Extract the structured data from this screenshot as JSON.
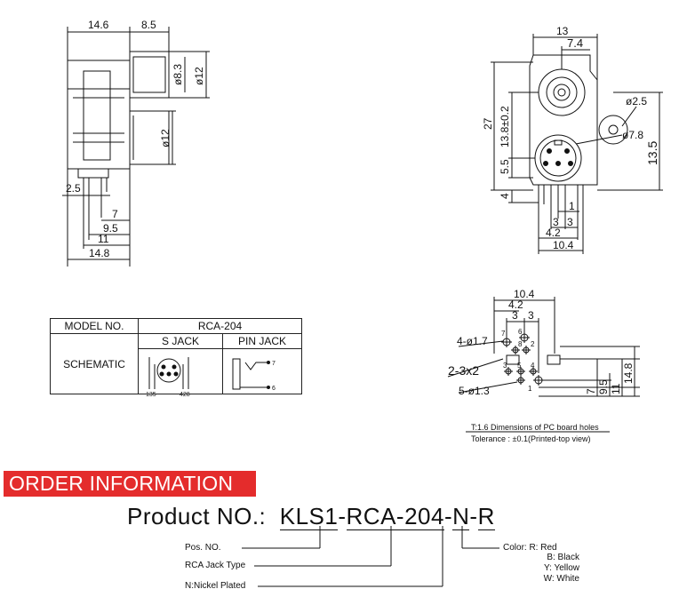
{
  "side_view": {
    "dims": [
      "14.6",
      "8.5",
      "ø8.3",
      "ø12",
      "ø12",
      "2.5",
      "7",
      "9.5",
      "11",
      "14.8"
    ]
  },
  "front_view": {
    "dims": [
      "13",
      "7.4",
      "ø2.5",
      "27",
      "13.8±0.2",
      "ø7.8",
      "13.5",
      "5.5",
      "4",
      "1",
      "3",
      "3",
      "4.2",
      "10.4"
    ]
  },
  "pcb_layout": {
    "dims": [
      "10.4",
      "4.2",
      "3",
      "3",
      "4-ø1.7",
      "2-3x2",
      "5-ø1.3",
      "7",
      "9.5",
      "11",
      "14.8"
    ],
    "pin_numbers": [
      "7",
      "6",
      "8",
      "2",
      "4",
      "3",
      "5",
      "1"
    ],
    "caption": "T:1.6  Dimensions of PC board holes",
    "tolerance": "Tolerance : ±0.1(Printed-top view)"
  },
  "spec_table": {
    "model_label": "MODEL NO.",
    "model_value": "RCA-204",
    "schematic_label": "SCHEMATIC",
    "s_jack": "S JACK",
    "pin_jack": "PIN JACK",
    "s_pins_left": "135",
    "s_pins_right": "428",
    "pin_labels": [
      "7",
      "6"
    ]
  },
  "order": {
    "title": "ORDER INFORMATION",
    "product_prefix": "Product NO.:  ",
    "seg1": "KLS1",
    "dash1": "-",
    "seg2": "RCA-204",
    "dash2": "-",
    "seg3": "N",
    "dash3": "-",
    "seg4": "R",
    "labels": [
      "Pos. NO.",
      "RCA  Jack Type",
      "N:Nickel Plated"
    ],
    "color_title": "Color: R: Red",
    "colors": [
      "B: Black",
      "Y: Yellow",
      "W: White"
    ]
  }
}
